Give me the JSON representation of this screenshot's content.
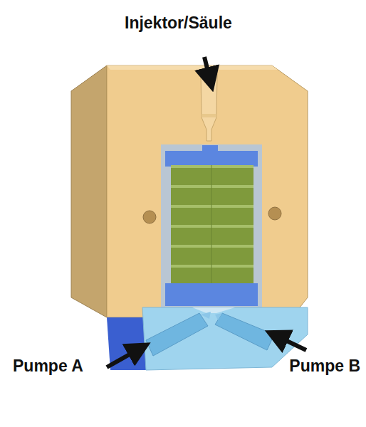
{
  "diagram": {
    "labels": [
      "Injektor/Säule",
      "Pumpe A",
      "Pumpe B"
    ]
  }
}
